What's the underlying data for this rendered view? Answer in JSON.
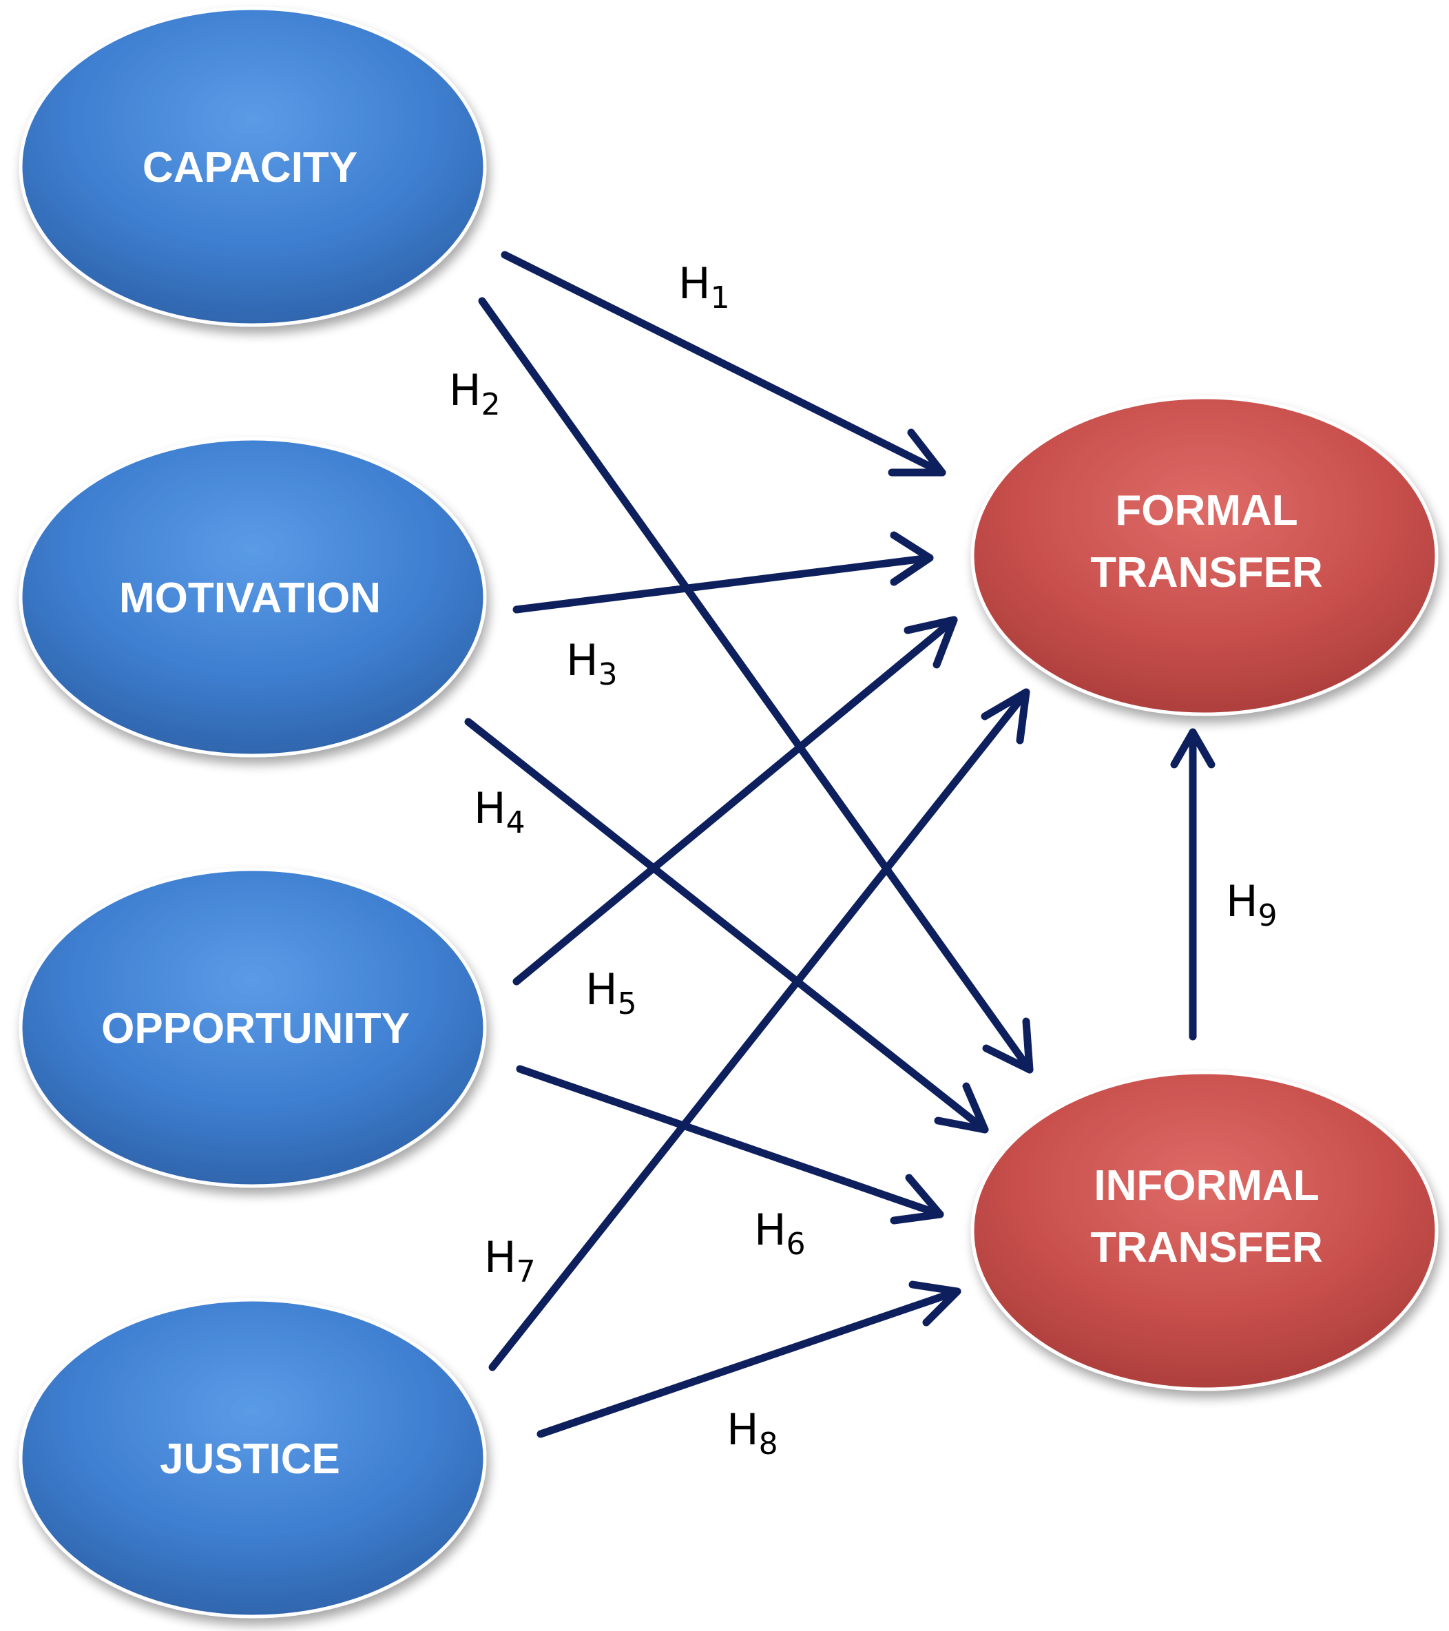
{
  "nodes": {
    "capacity": "CAPACITY",
    "motivation": "MOTIVATION",
    "opportunity": "OPPORTUNITY",
    "justice": "JUSTICE",
    "formal_transfer": [
      "FORMAL",
      "TRANSFER"
    ],
    "informal_transfer": [
      "INFORMAL",
      "TRANSFER"
    ]
  },
  "hypotheses": {
    "h1": {
      "main": "H",
      "sub": "1"
    },
    "h2": {
      "main": "H",
      "sub": "2"
    },
    "h3": {
      "main": "H",
      "sub": "3"
    },
    "h4": {
      "main": "H",
      "sub": "4"
    },
    "h5": {
      "main": "H",
      "sub": "5"
    },
    "h6": {
      "main": "H",
      "sub": "6"
    },
    "h7": {
      "main": "H",
      "sub": "7"
    },
    "h8": {
      "main": "H",
      "sub": "8"
    },
    "h9": {
      "main": "H",
      "sub": "9"
    }
  },
  "colors": {
    "predictor_fill": "#3f7fd1",
    "outcome_fill": "#c9504d",
    "arrow": "#0d1f5c"
  }
}
